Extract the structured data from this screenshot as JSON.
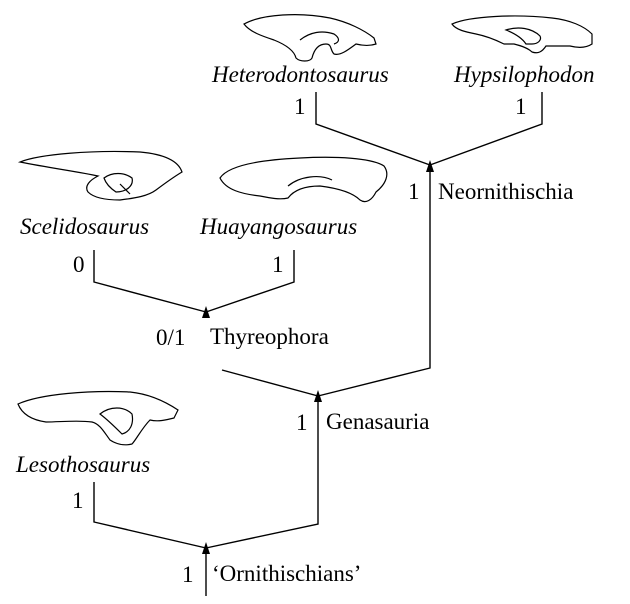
{
  "taxa": {
    "heterodontosaurus": {
      "name": "Heterodontosaurus",
      "state": "1"
    },
    "hypsilophodon": {
      "name": "Hypsilophodon",
      "state": "1"
    },
    "scelidosaurus": {
      "name": "Scelidosaurus",
      "state": "0"
    },
    "huayangosaurus": {
      "name": "Huayangosaurus",
      "state": "1"
    },
    "lesothosaurus": {
      "name": "Lesothosaurus",
      "state": "1"
    }
  },
  "clades": {
    "neornithischia": {
      "name": "Neornithischia",
      "state": "1"
    },
    "thyreophora": {
      "name": "Thyreophora",
      "state": "0/1"
    },
    "genasauria": {
      "name": "Genasauria",
      "state": "1"
    },
    "ornithischians": {
      "name": "‘Ornithischians’",
      "state": "1"
    }
  }
}
